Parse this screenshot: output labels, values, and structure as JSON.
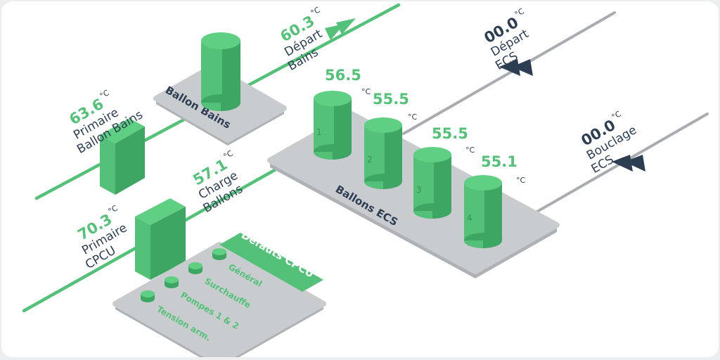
{
  "colors": {
    "green": "#53c278",
    "green_dark": "#3da662",
    "navy": "#2d3e53",
    "pipe_grey": "#a9adb1",
    "plate_grey": "#c9cccf"
  },
  "unit": "°C",
  "sensors": {
    "depart_bains": {
      "value": "60.3",
      "line1": "Départ",
      "line2": "Bains"
    },
    "depart_ecs": {
      "value": "00.0",
      "line1": "Départ",
      "line2": "ECS"
    },
    "primaire_ballon_bains": {
      "value": "63.6",
      "line1": "Primaire",
      "line2": "Ballon Bains"
    },
    "charge_ballons": {
      "value": "57.1",
      "line1": "Charge",
      "line2": "Ballons"
    },
    "primaire_cpcu": {
      "value": "70.3",
      "line1": "Primaire",
      "line2": "CPCU"
    },
    "bouclage_ecs": {
      "value": "00.0",
      "line1": "Bouclage",
      "line2": "ECS"
    }
  },
  "tanks": [
    {
      "index": "1",
      "temp": "56.5"
    },
    {
      "index": "2",
      "temp": "55.5"
    },
    {
      "index": "3",
      "temp": "55.5"
    },
    {
      "index": "4",
      "temp": "55.1"
    }
  ],
  "plates": {
    "ballon_bains": "Ballon Bains",
    "ballons_ecs": "Ballons ECS"
  },
  "faults": {
    "title": "Défauts CPCU",
    "items": [
      "Général",
      "Surchauffe",
      "Pompes 1 & 2",
      "Tension arm."
    ]
  }
}
